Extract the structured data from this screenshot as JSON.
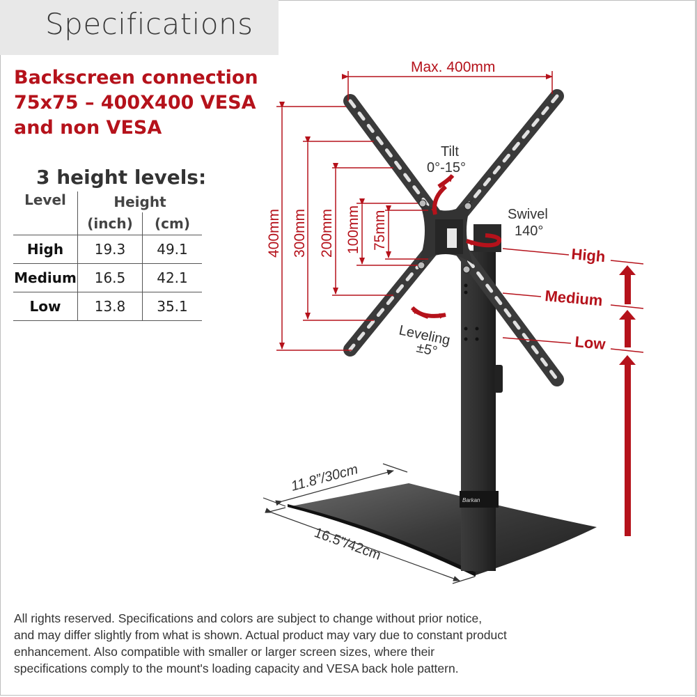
{
  "header": {
    "title": "Specifications"
  },
  "connection": {
    "line1": "Backscreen connection",
    "line2": "75x75 – 400X400 VESA",
    "line3": "and non VESA"
  },
  "levels_table": {
    "title": "3 height levels:",
    "col_level": "Level",
    "col_height": "Height",
    "col_inch": "(inch)",
    "col_cm": "(cm)",
    "rows": [
      {
        "level": "High",
        "inch": "19.3",
        "cm": "49.1"
      },
      {
        "level": "Medium",
        "inch": "16.5",
        "cm": "42.1"
      },
      {
        "level": "Low",
        "inch": "13.8",
        "cm": "35.1"
      }
    ]
  },
  "diagram": {
    "max_width": "Max. 400mm",
    "dims": [
      "400mm",
      "300mm",
      "200mm",
      "100mm",
      "75mm"
    ],
    "tilt_label": "Tilt",
    "tilt_value": "0°-15°",
    "swivel_label": "Swivel",
    "swivel_value": "140°",
    "leveling_label": "Leveling",
    "leveling_value": "±5°",
    "level_high": "High",
    "level_medium": "Medium",
    "level_low": "Low",
    "base_depth": "11.8”/30cm",
    "base_width": "16.5”/42cm",
    "brand": "Barkan",
    "accent_color": "#b5121b"
  },
  "footer": {
    "line1": "All rights reserved. Specifications and colors are subject to change without prior notice,",
    "line2": "and may differ slightly from what is shown. Actual product may vary due to constant product",
    "line3": "enhancement. Also compatible with smaller or larger screen sizes, where their",
    "line4": "specifications comply to the mount's loading capacity and VESA back hole pattern."
  }
}
